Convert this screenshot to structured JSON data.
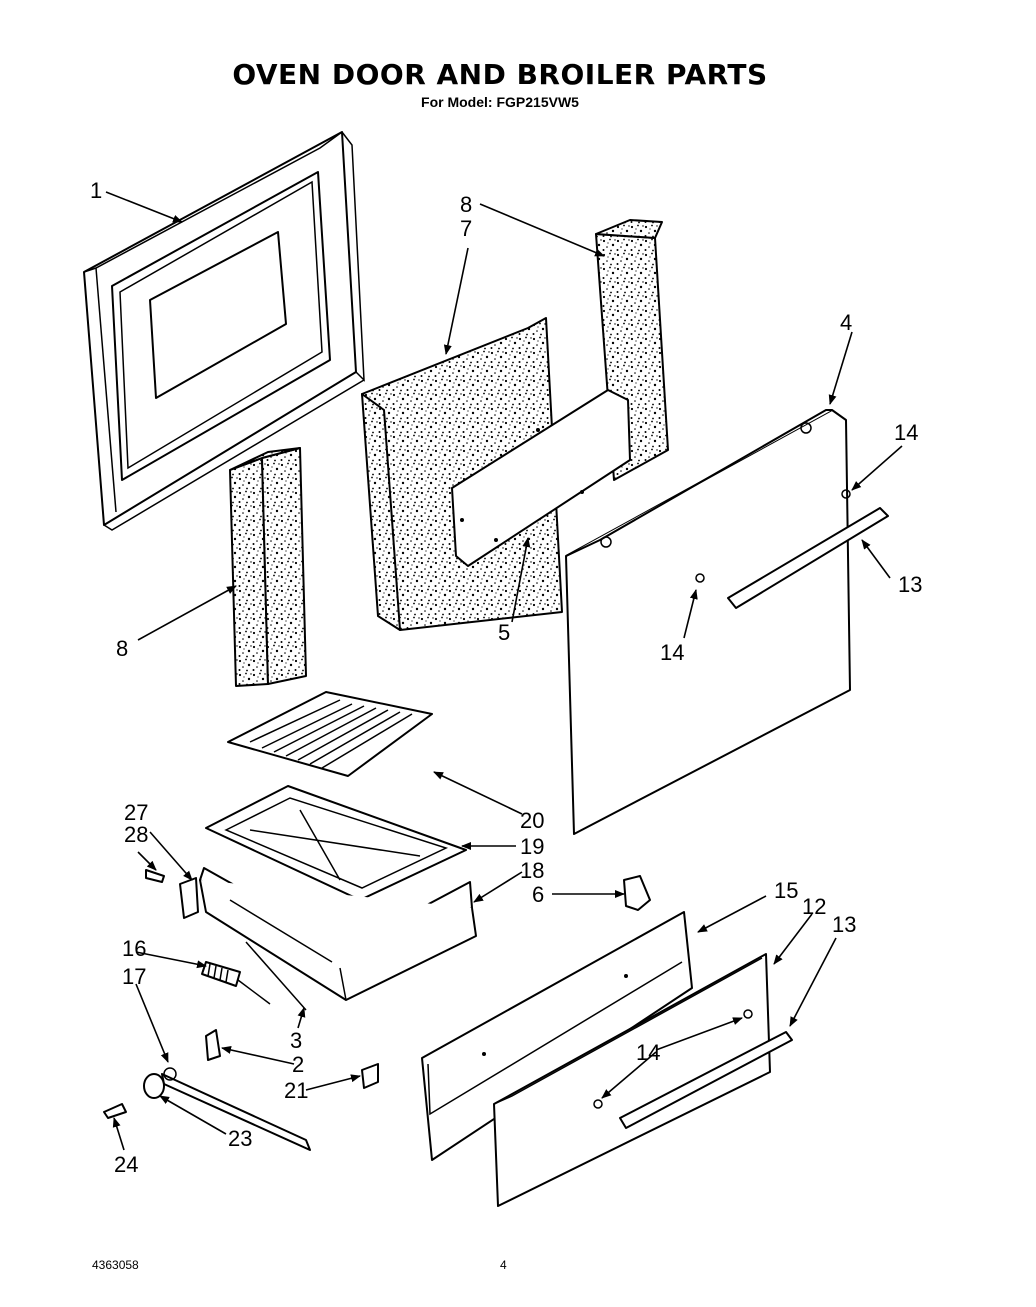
{
  "header": {
    "title": "OVEN DOOR AND BROILER PARTS",
    "subtitle": "For Model: FGP215VW5"
  },
  "footer": {
    "doc_number": "4363058",
    "page": "4"
  },
  "callouts": {
    "c1": "1",
    "c8a": "8",
    "c7": "7",
    "c8b": "8",
    "c4": "4",
    "c14a": "14",
    "c13a": "13",
    "c14b": "14",
    "c5": "5",
    "c20": "20",
    "c27": "27",
    "c28": "28",
    "c19": "19",
    "c18": "18",
    "c6": "6",
    "c15": "15",
    "c12": "12",
    "c13b": "13",
    "c16": "16",
    "c17": "17",
    "c3": "3",
    "c2": "2",
    "c14c": "14",
    "c21": "21",
    "c23": "23",
    "c24": "24"
  }
}
